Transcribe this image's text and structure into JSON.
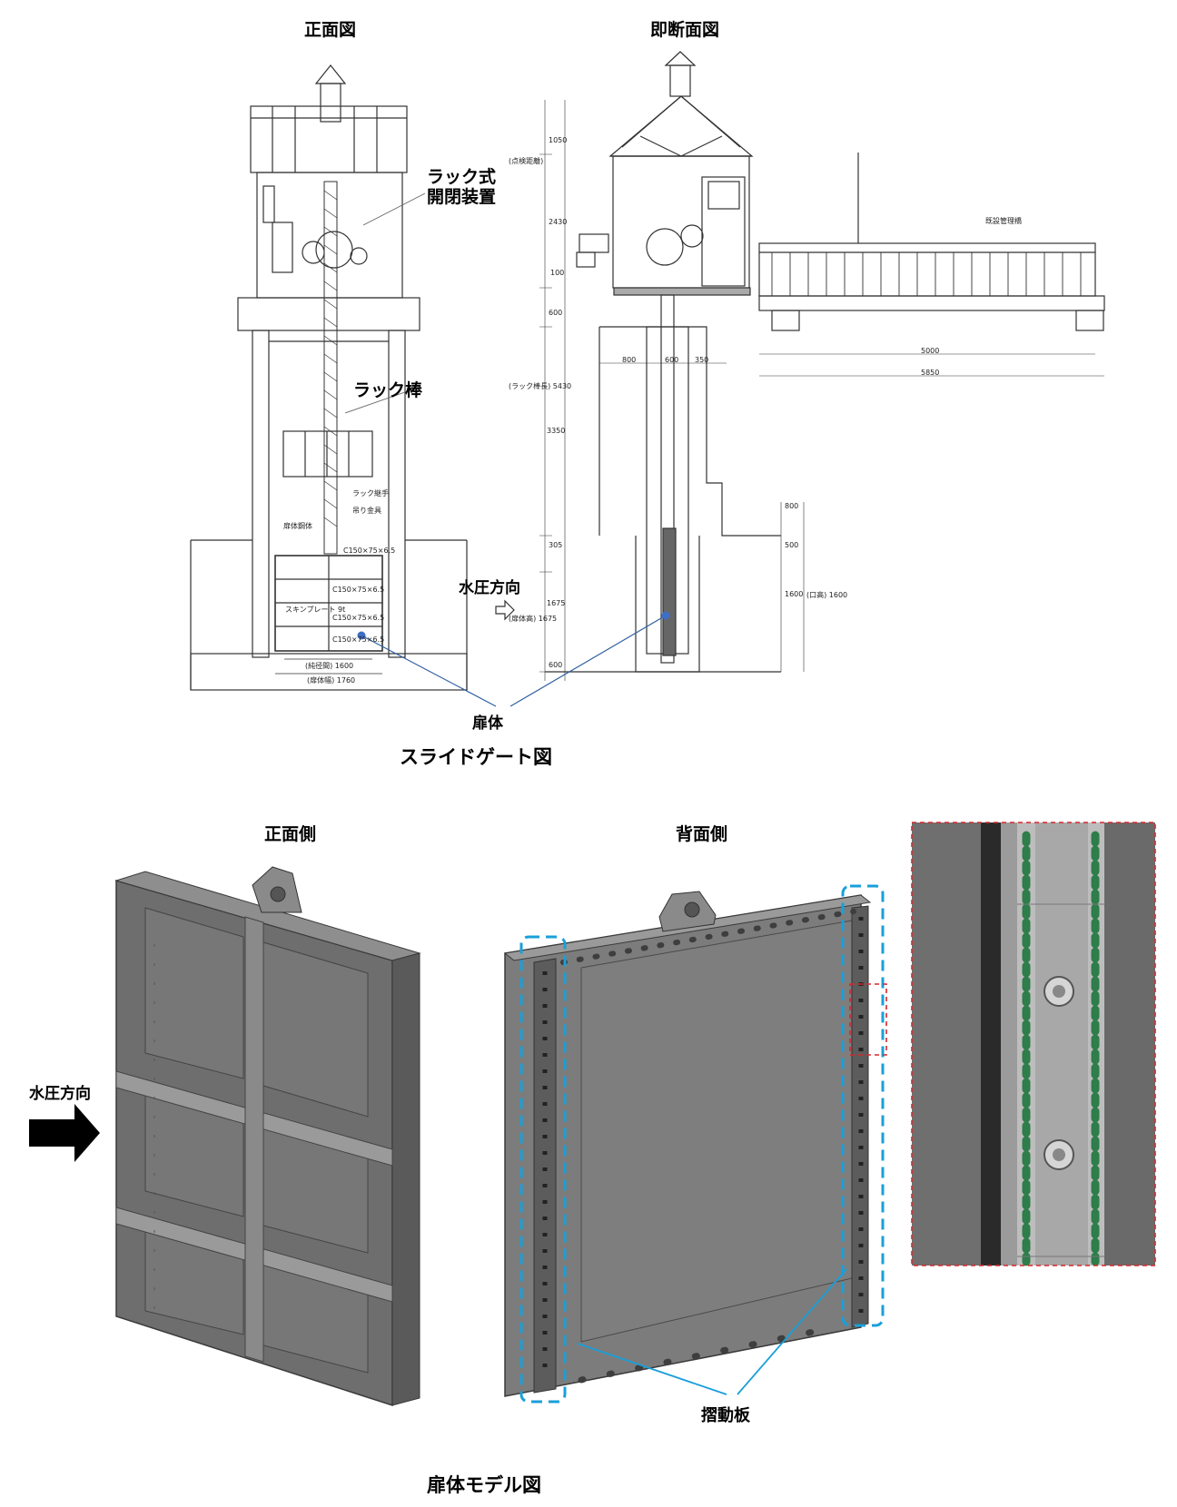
{
  "top": {
    "front_view_title": "正面図",
    "section_view_title": "即断面図",
    "rack_device_line1": "ラック式",
    "rack_device_line2": "開閉装置",
    "rack_bar": "ラック棒",
    "water_pressure": "水圧方向",
    "gate_body": "扉体",
    "caption": "スライドゲート図",
    "front_notes": [
      "ラック継手",
      "吊り金具",
      "扉体鋼体",
      "C150×75×6.5",
      "C150×75×6.5",
      "スキンプレート 9t",
      "C150×75×6.5",
      "C150×75×6.5"
    ],
    "front_dims": [
      "(純径間) 1600",
      "(扉体幅) 1760"
    ],
    "section_dims_h": [
      "800",
      "600",
      "350",
      "5000",
      "5850"
    ],
    "section_dims_v": [
      "1050",
      "2430",
      "100",
      "600",
      "3350",
      "305",
      "1675",
      "600",
      "800",
      "500",
      "1600"
    ],
    "section_notes": [
      "(ラック棒長) 5430",
      "(扉体高) 1675",
      "(口高) 1600",
      "既設管理橋",
      "(点検距離)"
    ]
  },
  "bottom": {
    "front_side": "正面側",
    "back_side": "背面側",
    "water_pressure": "水圧方向",
    "sliding_plate": "摺動板",
    "caption": "扉体モデル図"
  },
  "colors": {
    "steel_dark": "#5a5a5a",
    "steel_mid": "#7a7a7a",
    "steel_light": "#9a9a9a",
    "callout_blue": "#1a9fd9",
    "marker_blue": "#3f6fc4",
    "leader_blue": "#2f5f9f",
    "zoom_red": "#d9262b",
    "seal_green": "#2e7d4a"
  }
}
